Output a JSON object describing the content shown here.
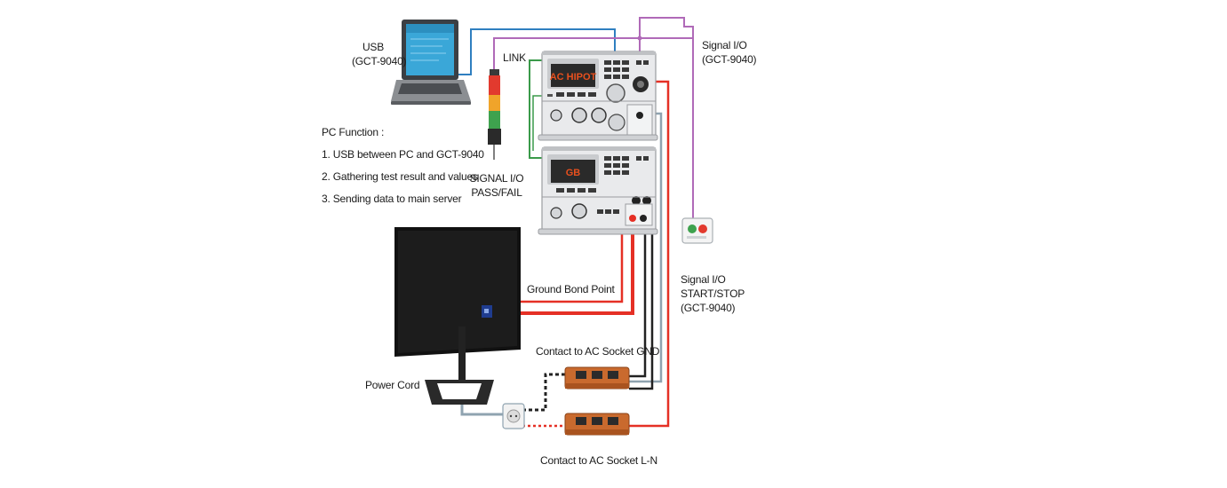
{
  "labels": {
    "usb": [
      "USB",
      "(GCT-9040)"
    ],
    "link": "LINK",
    "signal_io_top": [
      "Signal I/O",
      "(GCT-9040)"
    ],
    "pc_function_title": "PC Function :",
    "pc_function_items": [
      "1. USB between PC and GCT-9040",
      "2. Gathering test result and values",
      "3. Sending data to main server"
    ],
    "signal_io_passfail": [
      "SIGNAL I/O",
      "PASS/FAIL"
    ],
    "ground_bond_point": "Ground Bond Point",
    "signal_io_startstop": [
      "Signal I/O",
      "START/STOP",
      "(GCT-9040)"
    ],
    "contact_gnd": "Contact to AC Socket GND",
    "power_cord": "Power Cord",
    "contact_ln": "Contact to AC Socket L-N"
  },
  "devices": {
    "hipot_screen": "AC HIPOT",
    "gb_screen": "GB"
  },
  "colors": {
    "usb_cable": "#2f7fc0",
    "signal_cable": "#b06ab8",
    "link_cable": "#3a9a4a",
    "hv_cable": "#e53025",
    "gnd_cable": "#222222",
    "power_cable": "#8fa3b0",
    "instrument_panel": "#e9eaec",
    "screen_bg": "#2a2a2a",
    "screen_text": "#e8501e",
    "socket_wood": "#c96a2e"
  },
  "icons": {
    "laptop": "laptop-icon",
    "tower_light": "signal-tower-icon",
    "remote_box": "start-stop-remote-icon",
    "monitor": "monitor-icon",
    "wall_socket": "wall-socket-icon",
    "ac_socket": "ac-socket-icon"
  }
}
